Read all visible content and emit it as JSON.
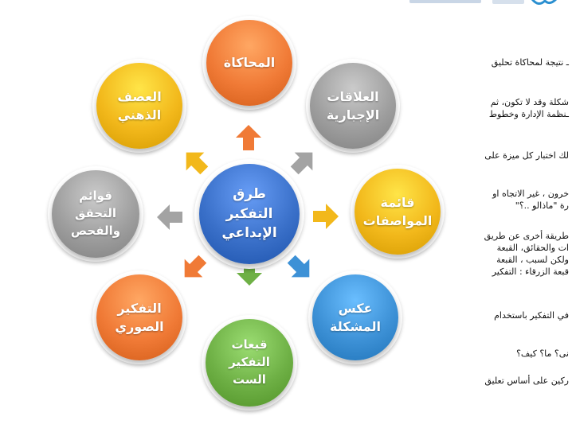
{
  "center": {
    "label": "طرق\nالتفكير\nالإبداعي",
    "color": "#3a70c9"
  },
  "nodes": [
    {
      "id": "imitation",
      "label": "المحاكاة",
      "color": "#f07a36"
    },
    {
      "id": "forced-relations",
      "label": "العلاقات\nالإجبارية",
      "color": "#9e9e9e"
    },
    {
      "id": "attributes-list",
      "label": "قائمة\nالمواصفات",
      "color": "#f2b81b"
    },
    {
      "id": "problem-reversal",
      "label": "عكس\nالمشكلة",
      "color": "#3d91d6"
    },
    {
      "id": "six-hats",
      "label": "قبعات\nالتفكير\nالست",
      "color": "#6eb045"
    },
    {
      "id": "pictorial-thinking",
      "label": "التفكير\nالصوري",
      "color": "#f07a36"
    },
    {
      "id": "checklists",
      "label": "قوائم\nالتحقق\nوالفحص",
      "color": "#9e9e9e"
    },
    {
      "id": "brainstorming",
      "label": "العصف\nالذهني",
      "color": "#f2b81b"
    }
  ],
  "arrows": [
    {
      "color": "#f07a36"
    },
    {
      "color": "#a3a3a3"
    },
    {
      "color": "#f2b81b"
    },
    {
      "color": "#3d91d6"
    },
    {
      "color": "#6eb045"
    },
    {
      "color": "#f07a36"
    },
    {
      "color": "#a3a3a3"
    },
    {
      "color": "#f2b81b"
    }
  ],
  "side_text": [
    "ـ نتيجة لمحاكاة تحليق",
    "شكلة وقد لا تكون، ثم\nـنظمة الإدارة وخطوط",
    "لك اختبار كل ميزة على",
    "خرون ، غير الاتجاه او\nرة \"ماذالو ..؟\"",
    "طريقة أخرى عن طريق\nات والحقائق، القبعة\nولكن لسبب ، القبعة\nقبعة الزرقاء : التفكير",
    "في التفكير باستخدام",
    "نى؟ ما؟ كيف؟",
    "ركين على أساس تعليق"
  ]
}
